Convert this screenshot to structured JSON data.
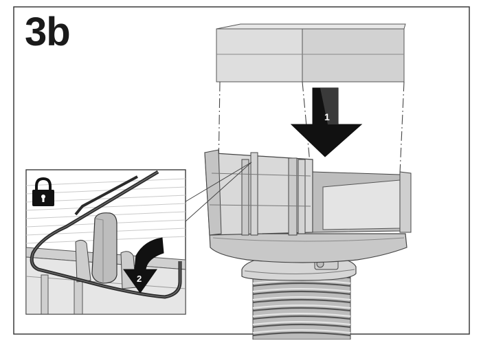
{
  "figure": {
    "step_label": "3b",
    "callout_1": "1",
    "callout_2": "2"
  },
  "icons": {
    "lock": "lock-icon",
    "arrow_down": "arrow-down-icon",
    "arrow_curved": "curved-arrow-icon"
  },
  "colors": {
    "frame": "#3a3a3a",
    "part_fill": "#dcdcdc",
    "part_light": "#ececec",
    "part_dark": "#a9a9a9",
    "arrow_fill": "#111111"
  }
}
